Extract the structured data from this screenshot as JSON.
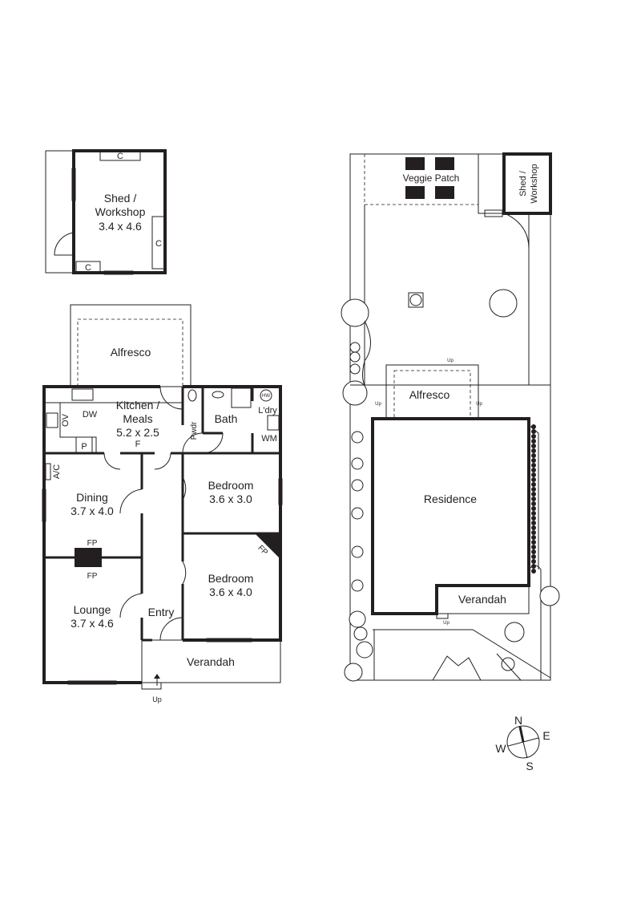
{
  "shed_plan": {
    "title_line1": "Shed /",
    "title_line2": "Workshop",
    "size": "3.4 x 4.6",
    "cupboard_label": "C"
  },
  "house_plan": {
    "alfresco": "Alfresco",
    "kitchen_line1": "Kitchen /",
    "kitchen_line2": "Meals",
    "kitchen_size": "5.2 x 2.5",
    "dw": "DW",
    "ov": "OV",
    "pantry": "P",
    "fridge": "F",
    "powder": "Pwdr",
    "bath": "Bath",
    "hw": "HW",
    "laundry": "L'dry",
    "wm": "WM",
    "ac": "A/C",
    "dining": "Dining",
    "dining_size": "3.7 x 4.0",
    "fp": "FP",
    "lounge": "Lounge",
    "lounge_size": "3.7 x 4.6",
    "entry": "Entry",
    "bedroom1": "Bedroom",
    "bedroom1_size": "3.6 x 3.0",
    "bedroom2": "Bedroom",
    "bedroom2_size": "3.6 x 4.0",
    "verandah": "Verandah",
    "up": "Up"
  },
  "site_plan": {
    "veggie_patch": "Veggie Patch",
    "shed_line1": "Shed /",
    "shed_line2": "Workshop",
    "alfresco": "Alfresco",
    "residence": "Residence",
    "verandah": "Verandah",
    "up": "Up"
  },
  "compass": {
    "n": "N",
    "e": "E",
    "s": "S",
    "w": "W"
  }
}
